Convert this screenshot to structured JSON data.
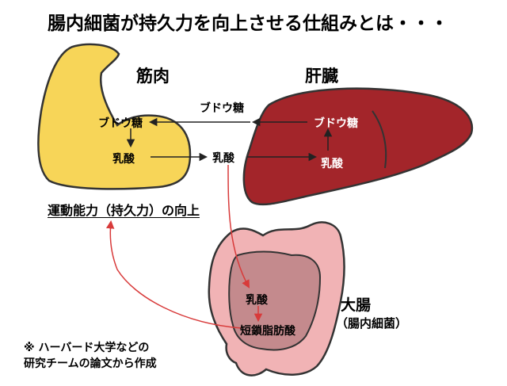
{
  "title": "腸内細菌が持久力を向上させる仕組みとは・・・",
  "muscle": {
    "label": "筋肉",
    "glucose": "ブドウ糖",
    "lactate": "乳酸"
  },
  "liver": {
    "label": "肝臓",
    "glucose": "ブドウ糖",
    "lactate": "乳酸"
  },
  "blood": {
    "glucose": "ブドウ糖",
    "lactate": "乳酸"
  },
  "colon": {
    "label": "大腸",
    "sublabel": "（腸内細菌）",
    "lactate": "乳酸",
    "scfa": "短鎖脂肪酸"
  },
  "effect": "運動能力（持久力）の向上",
  "note": {
    "line1": "※ ハーバード大学などの",
    "line2": "研究チームの論文から作成"
  },
  "colors": {
    "muscle_fill": "#f7d558",
    "liver_fill": "#a3252a",
    "colon_outer": "#f1b3b5",
    "colon_inner": "#c48a8d",
    "arrow_dark": "#222222",
    "arrow_red": "#d83a3a"
  }
}
